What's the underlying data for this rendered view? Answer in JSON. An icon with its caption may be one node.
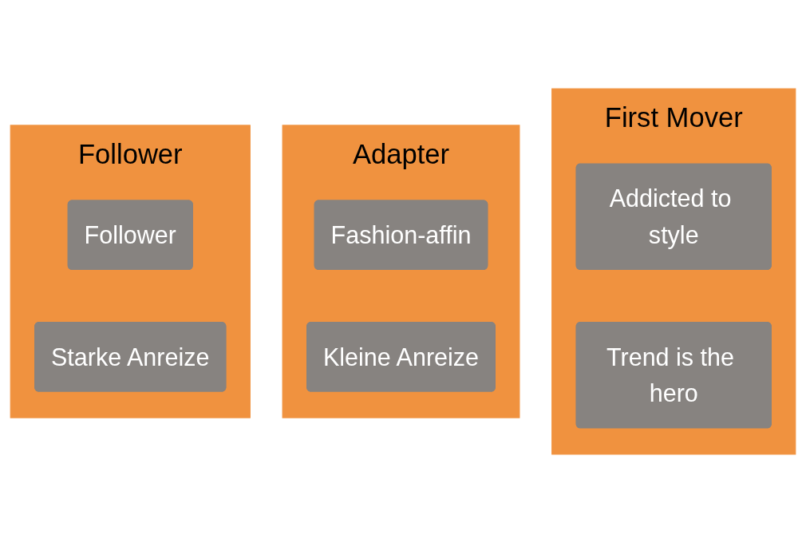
{
  "diagram": {
    "nodes": [
      {
        "text": [
          "First Mover"
        ]
      },
      {
        "text": [
          "Addicted to style"
        ],
        "in": 0
      },
      {
        "text": [
          "Trend is the hero"
        ],
        "in": 0
      },
      {
        "text": [
          "Adapter"
        ]
      },
      {
        "text": [
          "Fashion-affin"
        ],
        "in": 3
      },
      {
        "text": [
          "Kleine Anreize"
        ],
        "in": 3
      },
      {
        "text": [
          "Follower"
        ]
      },
      {
        "text": [
          "Follower"
        ],
        "in": 6
      },
      {
        "text": [
          "Starke Anreize"
        ],
        "in": 6
      }
    ]
  }
}
